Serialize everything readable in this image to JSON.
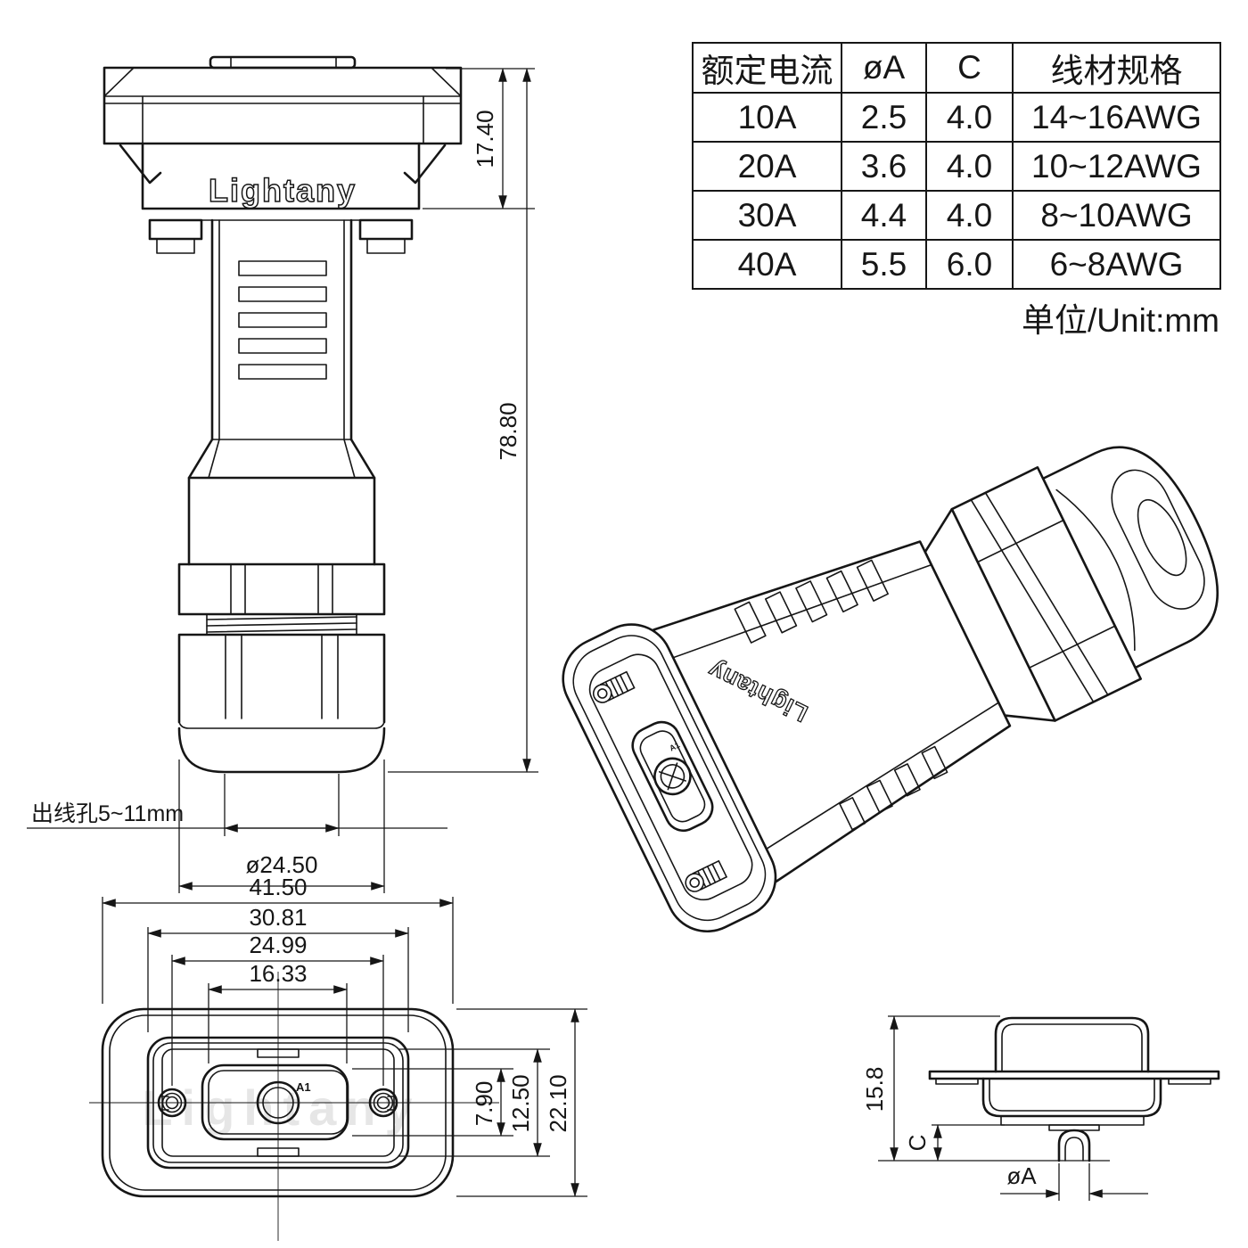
{
  "brand": "Lightany",
  "colors": {
    "line": "#161616",
    "background": "#ffffff",
    "watermark": "#e6e6e6"
  },
  "spec_table": {
    "headers": [
      "额定电流",
      "øA",
      "C",
      "线材规格"
    ],
    "rows": [
      [
        "10A",
        "2.5",
        "4.0",
        "14~16AWG"
      ],
      [
        "20A",
        "3.6",
        "4.0",
        "10~12AWG"
      ],
      [
        "30A",
        "4.4",
        "4.0",
        "8~10AWG"
      ],
      [
        "40A",
        "5.5",
        "6.0",
        "6~8AWG"
      ]
    ],
    "unit_note": "单位/Unit:mm"
  },
  "front_view": {
    "dim_top_height": "17.40",
    "dim_total_height": "78.80",
    "cable_hole_note": "出线孔5~11mm",
    "dim_gland_diameter": "ø24.50"
  },
  "face_view": {
    "dim_total_width": "41.50",
    "dim_flange_width": "30.81",
    "dim_screw_spacing": "24.99",
    "dim_insert_width": "16.33",
    "dim_insert_height": "7.90",
    "dim_cavity_height": "12.50",
    "dim_total_height": "22.10",
    "contact_label": "A1"
  },
  "side_view": {
    "dim_total_height": "15.8",
    "dim_pin_protrusion": "C",
    "dim_pin_diameter": "øA"
  }
}
